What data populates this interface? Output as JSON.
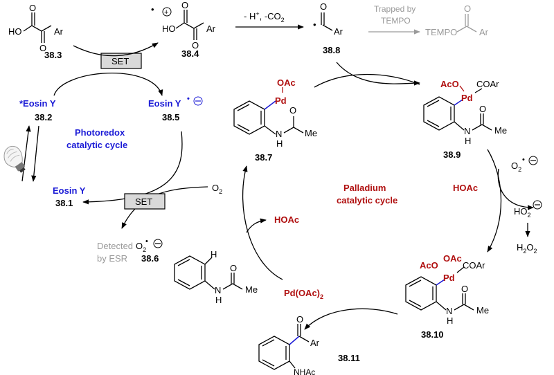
{
  "colors": {
    "photoredox": "#1a1ad6",
    "palladium": "#b01010",
    "muted": "#9a9a9a",
    "ink": "#000000"
  },
  "boxes": {
    "set_top": "SET",
    "set_bottom": "SET"
  },
  "photoredox": {
    "title_line1": "Photoredox",
    "title_line2": "catalytic cycle",
    "excited_catalyst": "*Eosin Y",
    "excited_catalyst_id": "38.2",
    "radical_anion": "Eosin Y",
    "radical_anion_id": "38.5",
    "ground_catalyst": "Eosin Y",
    "ground_catalyst_id": "38.1",
    "oxygen": "O",
    "oxygen_sub": "2",
    "superoxide_id": "38.6",
    "detected_line1": "Detected",
    "detected_line2": "by ESR",
    "light_icon": "light-bulb-icon"
  },
  "decarboxylation": {
    "conditions": "- H+, -CO2",
    "cond_part1": "- H",
    "cond_sup": "+",
    "cond_part2": ", -CO",
    "cond_sub": "2",
    "trapped_line1": "Trapped by",
    "trapped_line2": "TEMPO"
  },
  "molecules": {
    "acid_id": "38.3",
    "acid_ho": "HO",
    "acid_ar": "Ar",
    "radical_cation_id": "38.4",
    "radical_cation_ho": "HO",
    "radical_cation_ar": "Ar",
    "acyl_radical_id": "38.8",
    "acyl_ar": "Ar",
    "tempo_adduct_tempo": "TEMPO",
    "tempo_adduct_ar": "Ar",
    "palladacycle_id": "38.7",
    "palladacycle_oac": "OAc",
    "palladacycle_pd": "Pd",
    "palladacycle_nh": "N",
    "palladacycle_h": "H",
    "palladacycle_me": "Me",
    "pd_iii_id": "38.9",
    "pd_iii_aco": "AcO",
    "pd_iii_pd": "Pd",
    "pd_iii_coar": "COAr",
    "pd_iii_nh": "N",
    "pd_iii_h": "H",
    "pd_iii_me": "Me",
    "pd_iv_id": "38.10",
    "pd_iv_oac": "OAc",
    "pd_iv_aco": "AcO",
    "pd_iv_pd": "Pd",
    "pd_iv_coar": "COAr",
    "pd_iv_nh": "N",
    "pd_iv_h": "H",
    "pd_iv_me": "Me",
    "acetanilide_h": "H",
    "acetanilide_nh": "N",
    "acetanilide_nh_h": "H",
    "acetanilide_me": "Me",
    "product_id": "38.11",
    "product_ar": "Ar",
    "product_nhac": "NHAc"
  },
  "palladium": {
    "title_line1": "Palladium",
    "title_line2": "catalytic cycle",
    "hoac_right": "HOAc",
    "hoac_left": "HOAc",
    "pd_oac2": "Pd(OAc)",
    "pd_oac2_sub": "2",
    "superoxide_o": "O",
    "superoxide_sub": "2",
    "hydroperoxide_ho": "HO",
    "hydroperoxide_sub": "2",
    "h2o2_h": "H",
    "h2o2_sub1": "2",
    "h2o2_o": "O",
    "h2o2_sub2": "2"
  }
}
